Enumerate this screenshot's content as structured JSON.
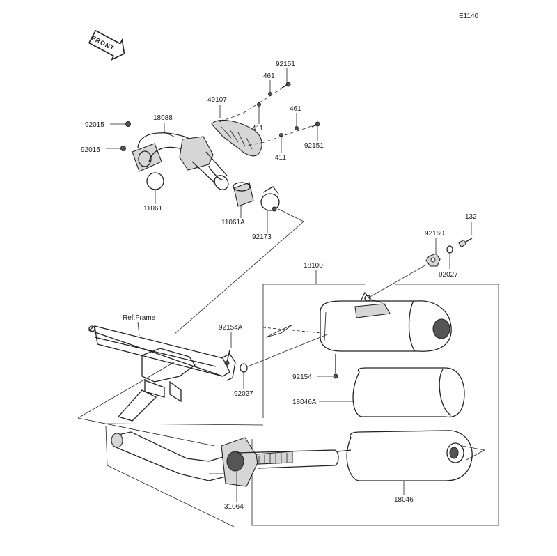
{
  "diagram_code": "E1140",
  "front_label": "FRONT",
  "ref_frame_label": "Ref.Frame",
  "labels": {
    "p92151_top": "92151",
    "p461_top": "461",
    "p49107": "49107",
    "p461_mid": "461",
    "p411_top": "411",
    "p92151_right": "92151",
    "p411_bottom": "411",
    "p18088": "18088",
    "p92015_top": "92015",
    "p92015_bottom": "92015",
    "p11061": "11061",
    "p11061A": "11061A",
    "p92173": "92173",
    "p132": "132",
    "p92160": "92160",
    "p92027_right": "92027",
    "p18100": "18100",
    "p92154A": "92154A",
    "p92027_left": "92027",
    "p92154": "92154",
    "p18046A": "18046A",
    "p31064": "31064",
    "p18046": "18046"
  }
}
